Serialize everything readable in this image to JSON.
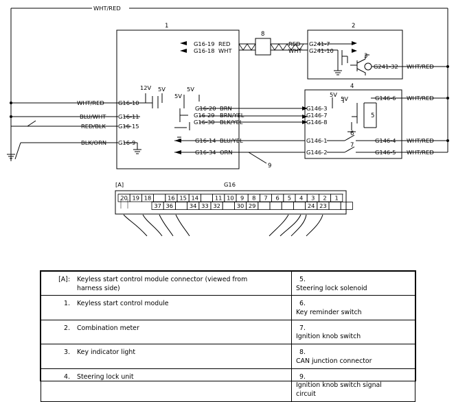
{
  "wires": {
    "wht_red": "WHT/RED",
    "red": "RED",
    "wht": "WHT",
    "blu_wht": "BLU/WHT",
    "red_blk": "RED/BLK",
    "blk_orn": "BLK/ORN",
    "brn": "BRN",
    "brn_yel": "BRN/YEL",
    "blk_yel": "BLK/YEL",
    "blu_yel": "BLU/YEL",
    "orn": "ORN"
  },
  "voltages": {
    "v12": "12V",
    "v5": "5V"
  },
  "callouts": [
    "1",
    "2",
    "3",
    "4",
    "5",
    "6",
    "7",
    "8",
    "9"
  ],
  "terminals": {
    "g16_19": "G16-19",
    "g16_18": "G16-18",
    "g16_10": "G16-10",
    "g16_11": "G16-11",
    "g16_15": "G16-15",
    "g16_9": "G16-9",
    "g16_20": "G16-20",
    "g16_29": "G16-29",
    "g16_30": "G16-30",
    "g16_14": "G16-14",
    "g16_34": "G16-34",
    "g241_7": "G241-7",
    "g241_10": "G241-10",
    "g241_32": "G241-32",
    "g146_6": "G146-6",
    "g146_3": "G146-3",
    "g146_7": "G146-7",
    "g146_8": "G146-8",
    "g146_1": "G146-1",
    "g146_4": "G146-4",
    "g146_2": "G146-2",
    "g146_5": "G146-5"
  },
  "connector": {
    "label": "[A]",
    "name": "G16",
    "top_row": [
      "20",
      "19",
      "18",
      "",
      "16",
      "15",
      "14",
      "",
      "11",
      "10",
      "9",
      "8",
      "7",
      "6",
      "5",
      "4",
      "3",
      "2",
      "1"
    ],
    "bottom_row": [
      "37",
      "36",
      "",
      "34",
      "33",
      "32",
      "",
      "30",
      "29",
      "",
      "",
      "",
      "",
      "24",
      "23",
      "",
      ""
    ]
  },
  "legend": [
    {
      "left_key": "[A]:",
      "left_text": "Keyless start control module connector (viewed from harness side)",
      "right_key": "5.",
      "right_text": "Steering lock solenoid"
    },
    {
      "left_key": "1.",
      "left_text": "Keyless start control module",
      "right_key": "6.",
      "right_text": "Key reminder switch"
    },
    {
      "left_key": "2.",
      "left_text": "Combination meter",
      "right_key": "7.",
      "right_text": "Ignition knob switch"
    },
    {
      "left_key": "3.",
      "left_text": "Key indicator light",
      "right_key": "8.",
      "right_text": "CAN junction connector"
    },
    {
      "left_key": "4.",
      "left_text": "Steering lock unit",
      "right_key": "9.",
      "right_text": "Ignition knob switch signal circuit"
    }
  ]
}
